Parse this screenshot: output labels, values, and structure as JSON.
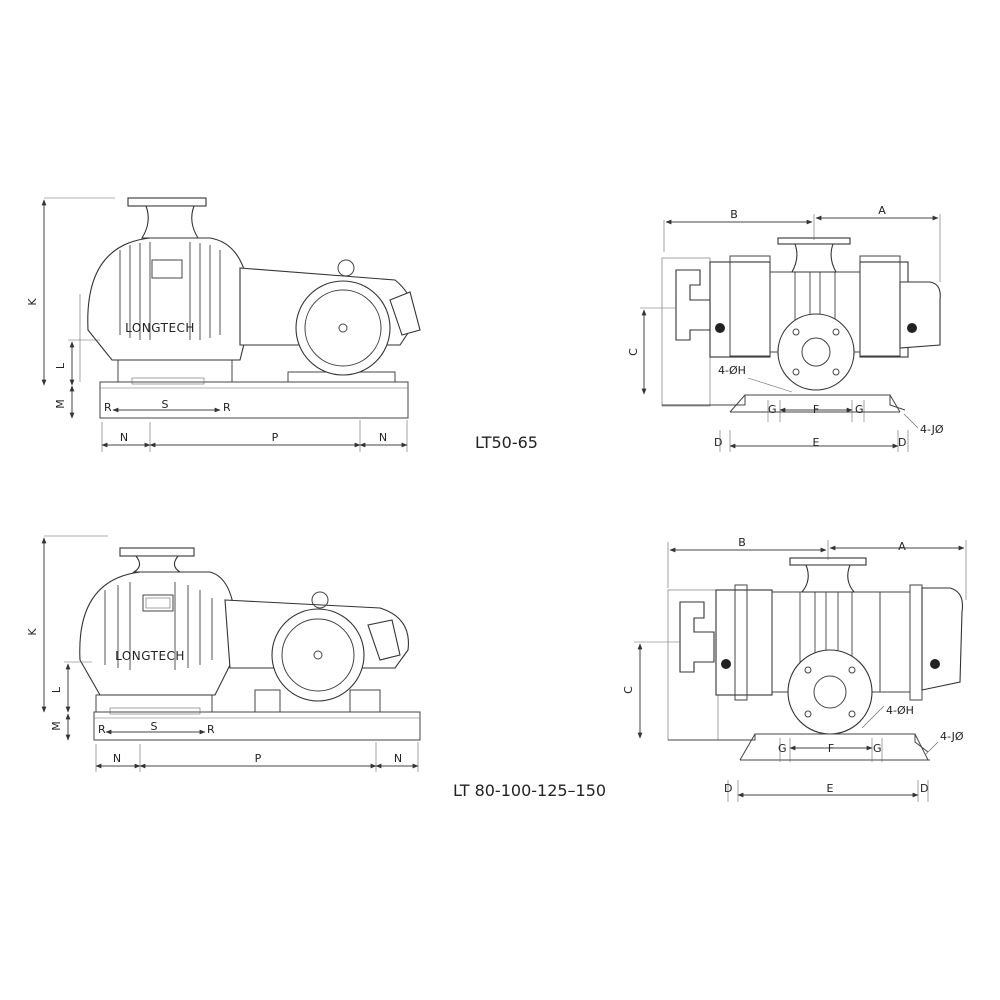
{
  "brand": "LONGTECH",
  "captions": {
    "top": "LT50-65",
    "bottom": "LT 80-100-125–150"
  },
  "labels": {
    "K": "K",
    "L": "L",
    "M": "M",
    "R": "R",
    "S": "S",
    "N": "N",
    "P": "P",
    "A": "A",
    "B": "B",
    "C": "C",
    "D": "D",
    "E": "E",
    "F": "F",
    "G": "G",
    "hole_h": "4-ØH",
    "hole_j": "4-JØ"
  }
}
